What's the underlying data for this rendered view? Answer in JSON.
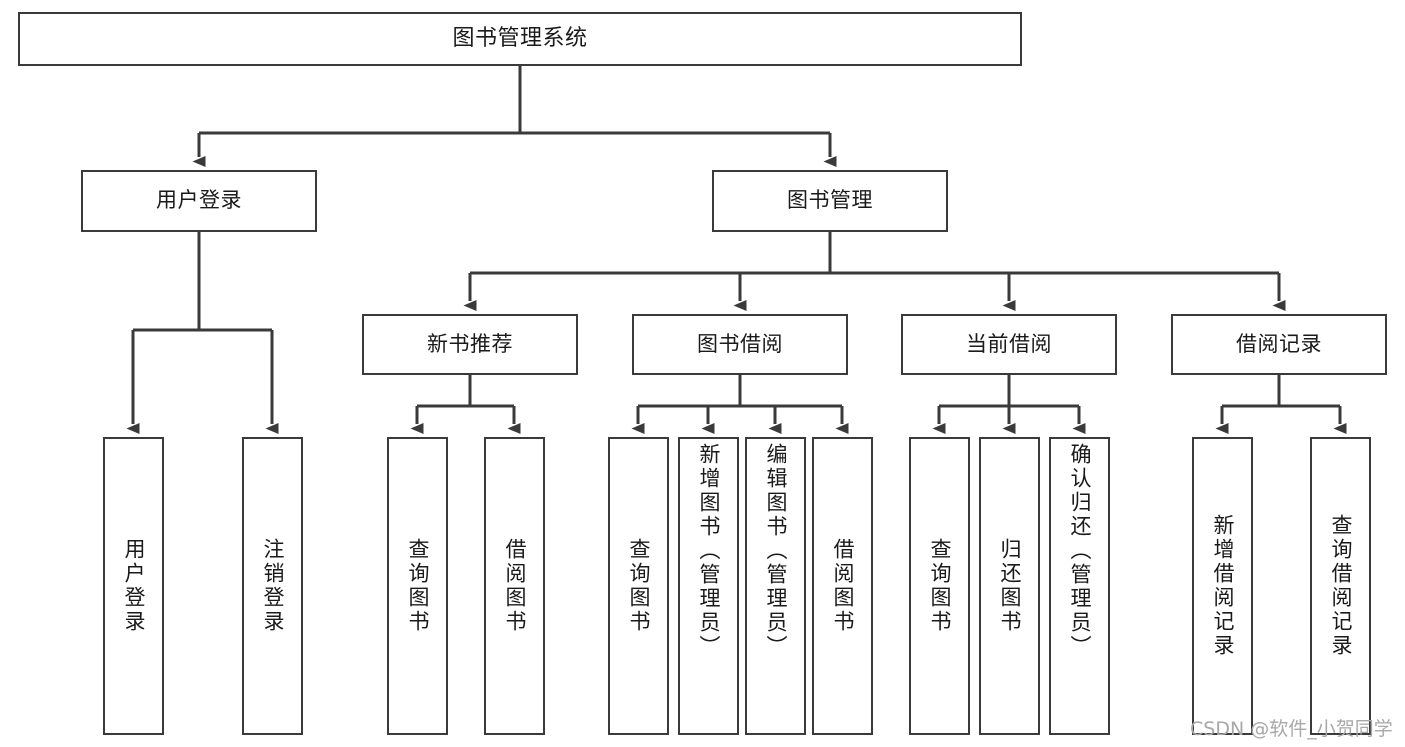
{
  "diagram": {
    "title": "图书管理系统",
    "type": "tree-hierarchy-diagram",
    "colors": {
      "box_border": "#3a3a3a",
      "box_fill": "#ffffff",
      "edge": "#3a3a3a",
      "text": "#1a1a1a",
      "watermark": "#a8a8a8"
    },
    "nodes": {
      "root": {
        "label": "图书管理系统"
      },
      "level2": [
        {
          "label": "用户登录"
        },
        {
          "label": "图书管理"
        }
      ],
      "level3": [
        {
          "label": "新书推荐"
        },
        {
          "label": "图书借阅"
        },
        {
          "label": "当前借阅"
        },
        {
          "label": "借阅记录"
        }
      ],
      "leaves": {
        "user_login": [
          {
            "label": "用户登录"
          },
          {
            "label": "注销登录"
          }
        ],
        "new_book_recommend": [
          {
            "label": "查询图书"
          },
          {
            "label": "借阅图书"
          }
        ],
        "book_borrow": [
          {
            "label": "查询图书"
          },
          {
            "label": "新增图书（管理员）"
          },
          {
            "label": "编辑图书（管理员）"
          },
          {
            "label": "借阅图书"
          }
        ],
        "current_borrow": [
          {
            "label": "查询图书"
          },
          {
            "label": "归还图书"
          },
          {
            "label": "确认归还（管理员）"
          }
        ],
        "borrow_record": [
          {
            "label": "新增借阅记录"
          },
          {
            "label": "查询借阅记录"
          }
        ]
      }
    },
    "watermark": "CSDN @软件_小贺同学"
  }
}
